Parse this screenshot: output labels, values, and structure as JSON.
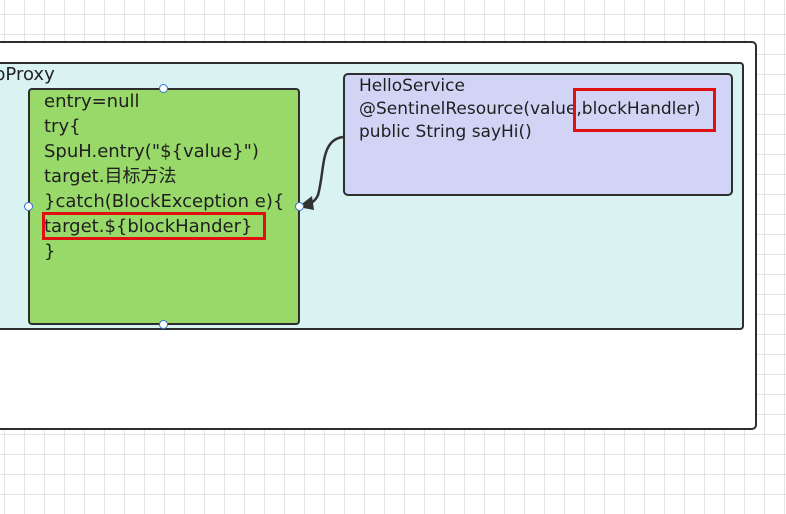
{
  "proxy": {
    "title": "bProxy",
    "code_lines": [
      "entry=null",
      "try{",
      "SpuH.entry(\"${value}\")",
      "target.目标方法",
      "}catch(BlockException e){",
      "target.${blockHander}",
      "}"
    ]
  },
  "service": {
    "lines": [
      "HelloService",
      "@SentinelResource(value,blockHandler)",
      "public String sayHi()"
    ]
  },
  "colors": {
    "outer_fill": "#ffffff",
    "proxy_fill": "#d9f2f2",
    "code_fill": "#98d96a",
    "service_fill": "#d2d4f6",
    "highlight": "#e01010",
    "handle": "#3a6fd8"
  }
}
